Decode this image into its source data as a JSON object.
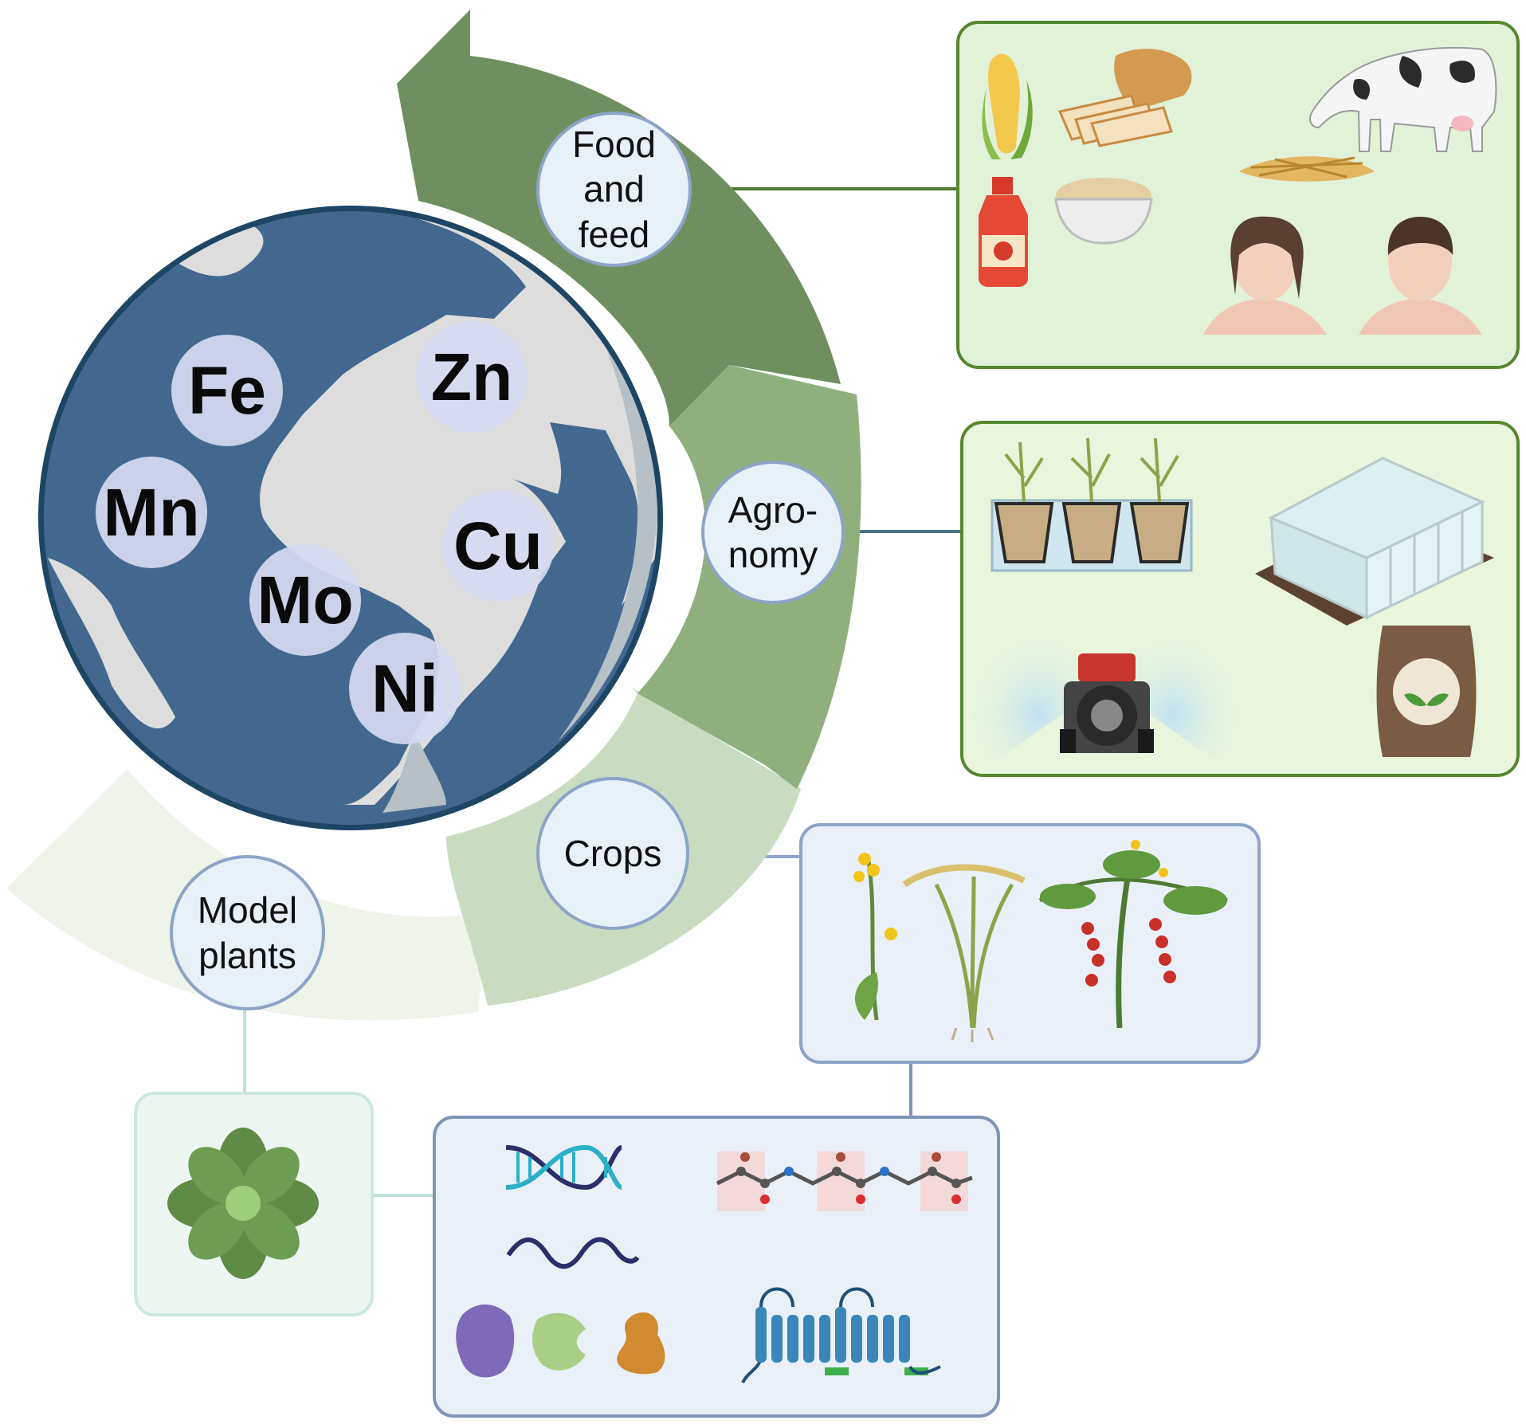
{
  "colors": {
    "arrow_food": "#6f8f5f",
    "arrow_agronomy": "#8fb07c",
    "arrow_crops": "#c9dcc1",
    "arrow_model": "#eef4ea",
    "ocean": "#43688f",
    "land": "#dddddd",
    "element_bubble": "#d6daf0",
    "node_fill": "#e8f0f8",
    "node_border": "#8ea3c8",
    "panel_food_border": "#56872f",
    "panel_food_fill": "#e1f2d8",
    "panel_agro_border": "#56872f",
    "panel_agro_fill": "#e9f5dc",
    "panel_crops_border": "#8ea3c8",
    "panel_crops_fill": "#eaf0f8",
    "panel_model_border": "#cde8e2",
    "panel_model_fill": "#eef6f1"
  },
  "elements": [
    "Fe",
    "Zn",
    "Mn",
    "Cu",
    "Mo",
    "Ni"
  ],
  "stages": {
    "food": "Food\nand\nfeed",
    "agronomy": "Agro-\nnomy",
    "crops": "Crops",
    "model": "Model\nplants"
  },
  "panels": {
    "food_icons": [
      "corn-icon",
      "bread-icon",
      "cow-icon",
      "hay-icon",
      "juice-bottle-icon",
      "cereal-bowl-icon",
      "woman-icon",
      "man-icon"
    ],
    "agronomy_icons": [
      "potted-plants-icon",
      "greenhouse-icon",
      "tractor-icon",
      "fertilizer-bag-icon"
    ],
    "crops_icons": [
      "rapeseed-icon",
      "rice-plant-icon",
      "tomato-plant-icon"
    ],
    "model_icons": [
      "arabidopsis-rosette-icon"
    ],
    "molecular_icons": [
      "dna-icon",
      "peptide-chain-icon",
      "rna-icon",
      "protein-purple-icon",
      "protein-green-icon",
      "protein-orange-icon",
      "membrane-transporter-icon"
    ]
  }
}
